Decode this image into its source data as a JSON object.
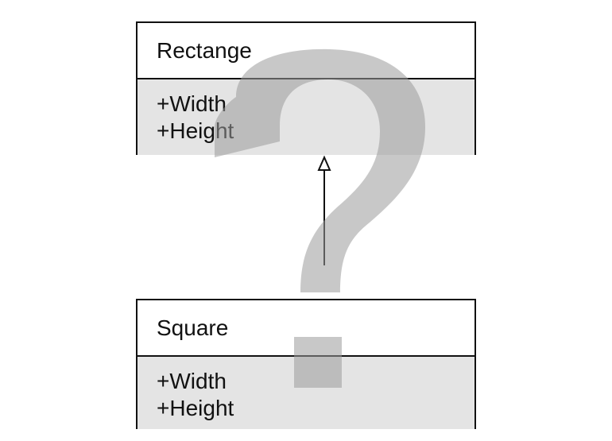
{
  "diagram": {
    "classes": [
      {
        "id": "rectangle",
        "name": "Rectange",
        "attributes": [
          "+Width",
          "+Height"
        ]
      },
      {
        "id": "square",
        "name": "Square",
        "attributes": [
          "+Width",
          "+Height"
        ]
      }
    ],
    "relationship": {
      "type": "generalization",
      "from": "Square",
      "to": "Rectange"
    },
    "overlay_symbol": "question-mark",
    "colors": {
      "line": "#111111",
      "attribute_fill": "#e4e4e4",
      "overlay": "#9a9a9a"
    }
  }
}
